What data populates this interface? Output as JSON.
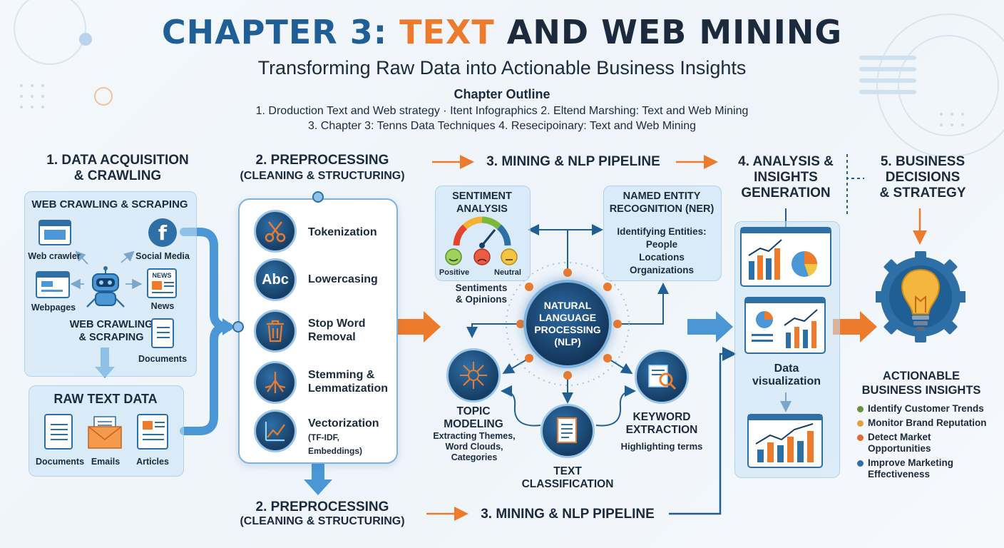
{
  "header": {
    "title_part1": "CHAPTER 3:",
    "title_part2": "TEXT",
    "title_part3": "AND WEB MINING",
    "subtitle": "Transforming Raw Data into Actionable Business Insights",
    "outline_heading": "Chapter Outline",
    "outline_line1": "1. Droduction Text and Web strategy · Itent Infographics 2. Eltend Marshing: Text and Web Mining",
    "outline_line2": "3. Chapter 3: Tenns Data Techniques   4. Resecipoinary: Text and Web Mining"
  },
  "section1": {
    "heading": "1. DATA ACQUISITION\n& CRAWLING",
    "panel_title": "WEB CRAWLING & SCRAPING",
    "web_crawler": "Web crawler",
    "social_media": "Social Media",
    "webpages": "Webpages",
    "news_icon_text": "NEWS",
    "news": "News",
    "robot_caption": "WEB CRAWLING\n& SCRAPING",
    "documents_top": "Documents",
    "raw_title": "RAW TEXT DATA",
    "raw_items": [
      "Documents",
      "Emails",
      "Articles"
    ]
  },
  "section2": {
    "heading": "2. PREPROCESSING",
    "subheading": "(CLEANING & STRUCTURING)",
    "items": [
      {
        "label": "Tokenization",
        "note": ""
      },
      {
        "label": "Lowercasing",
        "note": ""
      },
      {
        "label": "Stop Word\nRemoval",
        "note": ""
      },
      {
        "label": "Stemming &\nLemmatization",
        "note": ""
      },
      {
        "label": "Vectorization",
        "note": "(TF-IDF, Embeddings)"
      }
    ],
    "abc_icon_text": "Abc",
    "bottom_heading": "2. PREPROCESSING",
    "bottom_subheading": "(CLEANING & STRUCTURING)"
  },
  "section3": {
    "heading": "3. MINING & NLP PIPELINE",
    "sentiment_title": "SENTIMENT\nANALYSIS",
    "positive": "Positive",
    "neutral": "Neutral",
    "sentiments_caption": "Sentiments\n& Opinions",
    "ner_title": "NAMED ENTITY\nRECOGNITION (NER)",
    "ner_body": "Identifying Entities:\nPeople\nLocations\nOrganizations",
    "nlp_core": "NATURAL\nLANGUAGE\nPROCESSING\n(NLP)",
    "topic_title": "TOPIC\nMODELING",
    "topic_body": "Extracting Themes,\nWord Clouds,\nCategories",
    "text_class": "TEXT\nCLASSIFICATION",
    "keyword_title": "KEYWORD\nEXTRACTION",
    "keyword_body": "Highlighting terms",
    "bottom_heading": "3. MINING & NLP PIPELINE"
  },
  "section4": {
    "heading": "4. ANALYSIS &\nINSIGHTS\nGENERATION",
    "data_viz": "Data\nvisualization"
  },
  "section5": {
    "heading": "5. BUSINESS\nDECISIONS\n& STRATEGY",
    "insights_title": "ACTIONABLE\nBUSINESS INSIGHTS",
    "bullets": [
      {
        "text": "Identify Customer Trends",
        "color": "#6b8f3a"
      },
      {
        "text": "Monitor Brand Reputation",
        "color": "#e2a33b"
      },
      {
        "text": "Detect Market\nOpportunities",
        "color": "#e5682c"
      },
      {
        "text": "Improve Marketing\nEffectiveness",
        "color": "#2e6fa6"
      }
    ]
  },
  "colors": {
    "primary_blue": "#1f5f96",
    "accent_orange": "#ee7b2c",
    "dark_navy": "#173e66"
  }
}
